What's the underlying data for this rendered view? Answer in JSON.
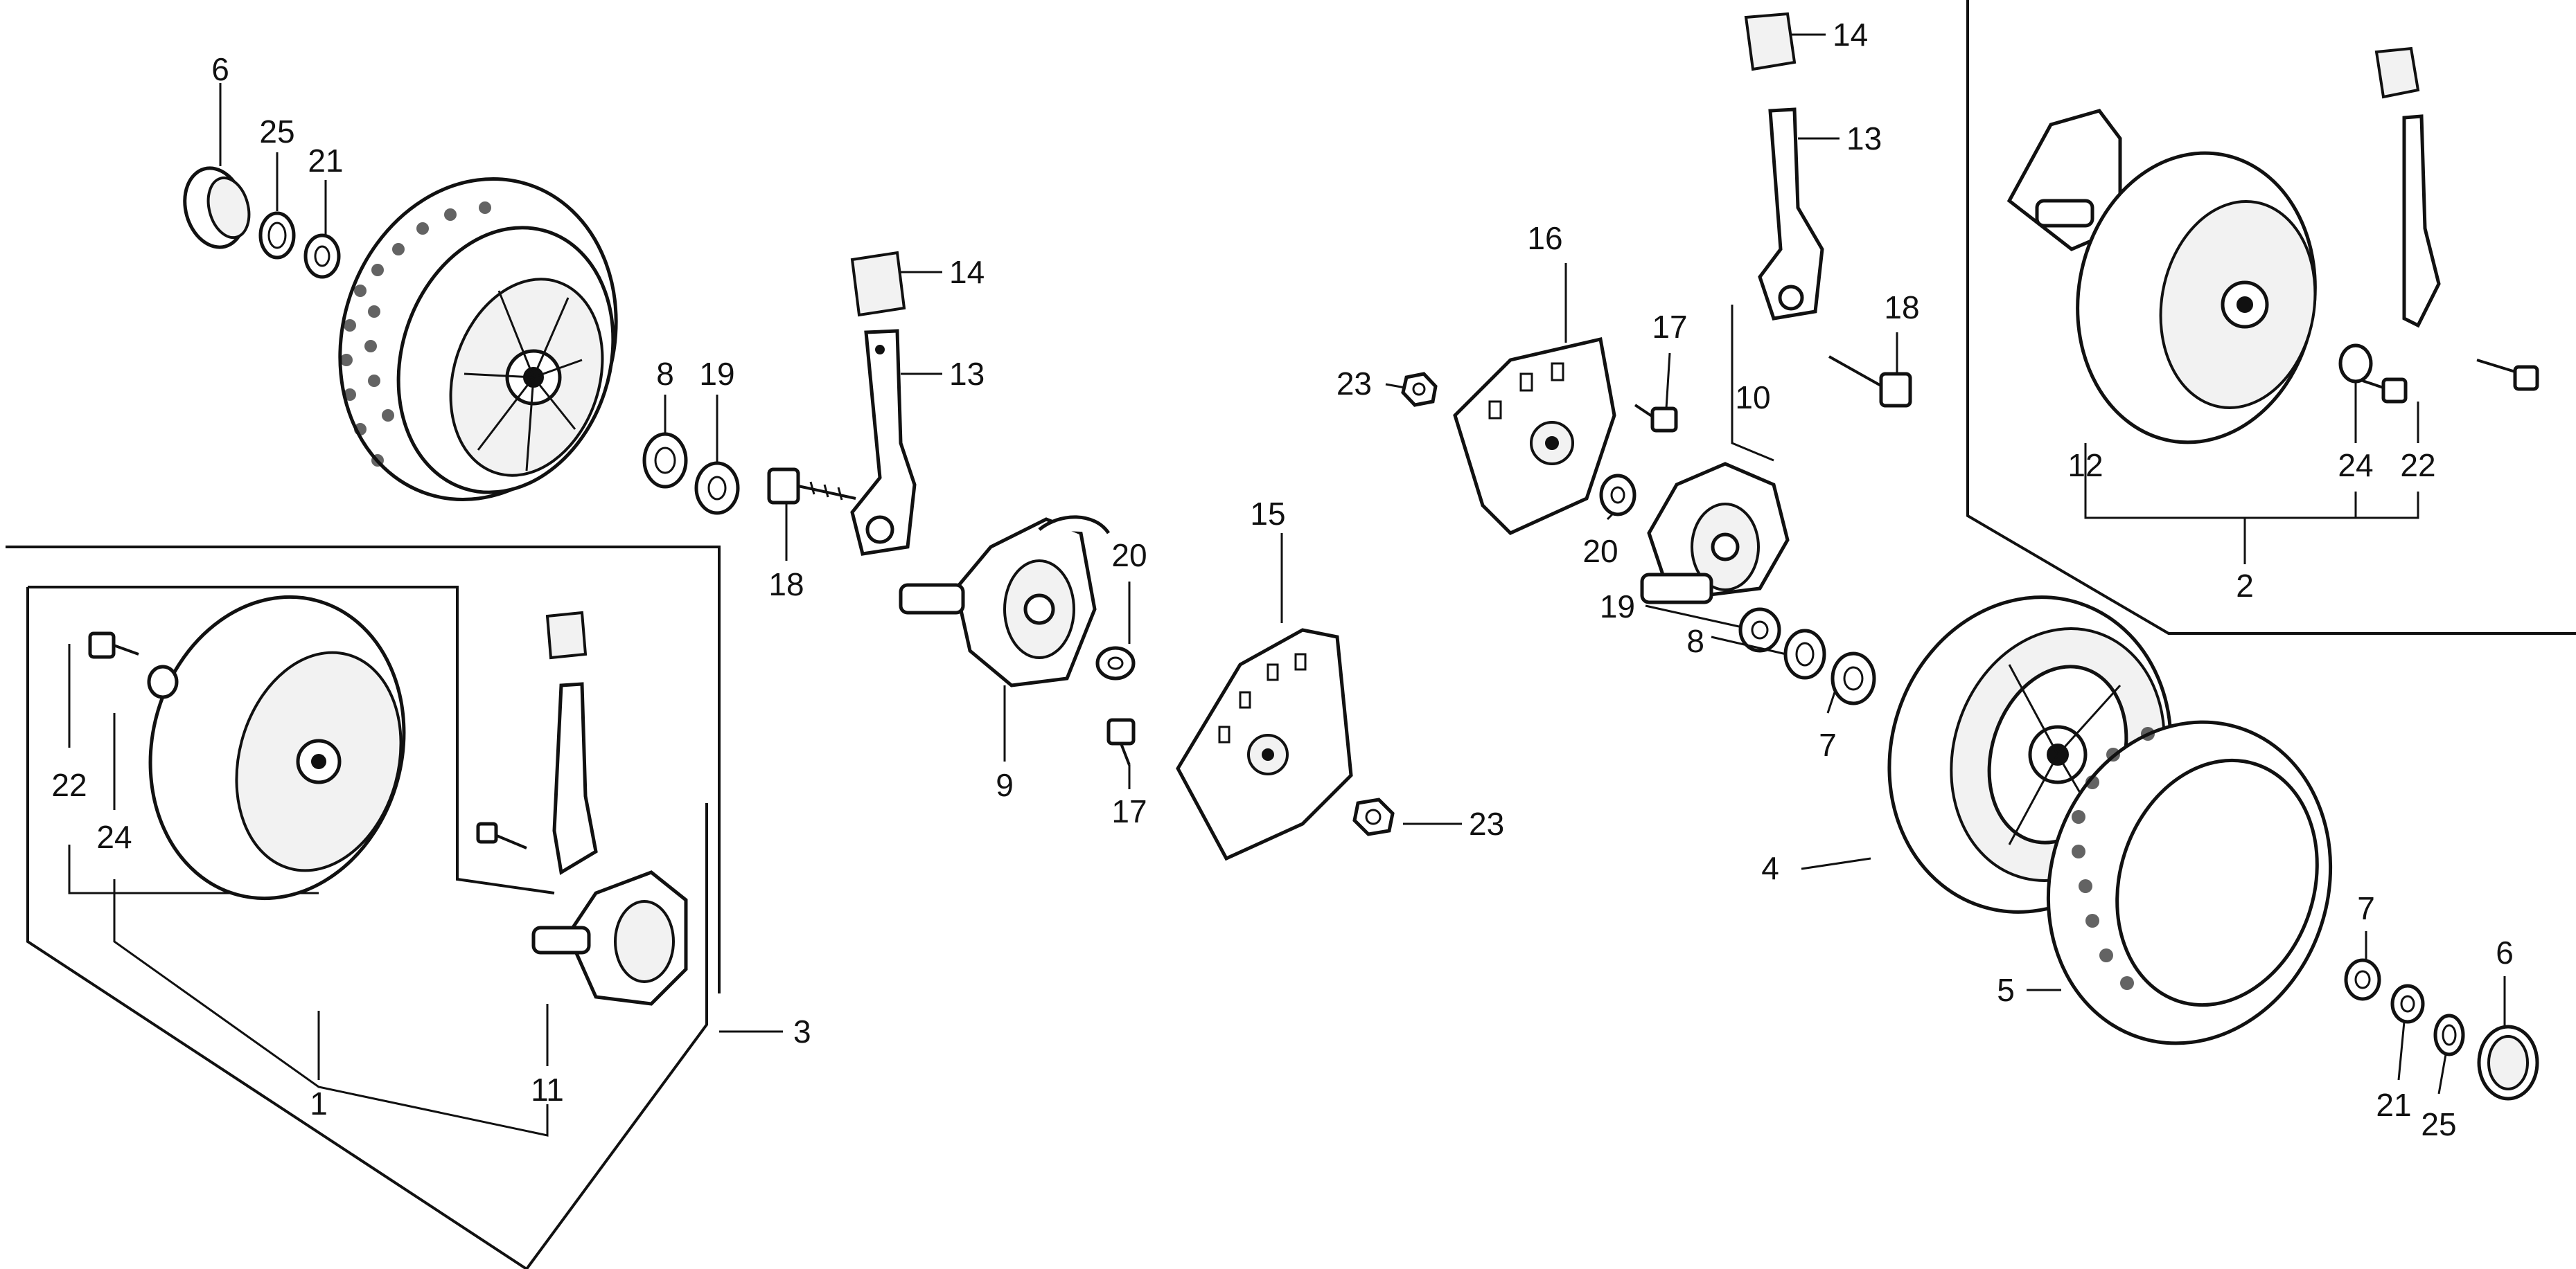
{
  "callouts": {
    "c1": "1",
    "c2": "2",
    "c3": "3",
    "c4": "4",
    "c5": "5",
    "c6a": "6",
    "c6b": "6",
    "c7a": "7",
    "c7b": "7",
    "c8a": "8",
    "c8b": "8",
    "c9": "9",
    "c10": "10",
    "c11": "11",
    "c12": "12",
    "c13a": "13",
    "c13b": "13",
    "c14a": "14",
    "c14b": "14",
    "c15": "15",
    "c16": "16",
    "c17a": "17",
    "c17b": "17",
    "c18a": "18",
    "c18b": "18",
    "c19a": "19",
    "c19b": "19",
    "c20a": "20",
    "c20b": "20",
    "c21a": "21",
    "c21b": "21",
    "c22a": "22",
    "c22b": "22",
    "c23a": "23",
    "c23b": "23",
    "c24a": "24",
    "c24b": "24",
    "c25a": "25",
    "c25b": "25"
  }
}
